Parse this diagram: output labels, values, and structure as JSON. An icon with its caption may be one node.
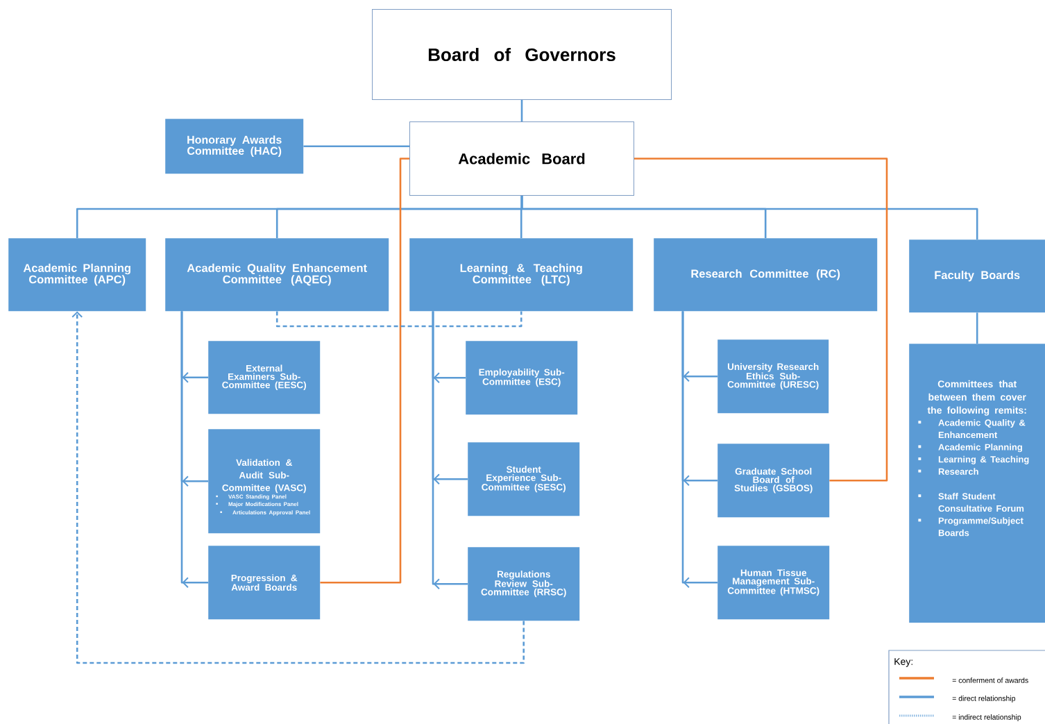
{
  "diagram": {
    "nodes": [
      {
        "text": [
          "Board of Governors"
        ]
      },
      {
        "text": [
          "Honorary Awards Committee (HAC)"
        ]
      },
      {
        "text": [
          "Academic Board"
        ]
      },
      {
        "text": [
          "Academic Planning Committee (APC)"
        ]
      },
      {
        "text": [
          "Academic Quality Enhancement Committee (AQEC)"
        ]
      },
      {
        "text": [
          "Learning & Teaching Committee (LTC)"
        ]
      },
      {
        "text": [
          "Research Committee (RC)"
        ]
      },
      {
        "text": [
          "Faculty Boards"
        ]
      },
      {
        "text": [
          "External Examiners Sub-Committee (EESC)"
        ]
      },
      {
        "text": [
          "Validation & Audit Sub-Committee (VASC)",
          "VASC Standing Panel",
          "Major Modifications Panel",
          "Articulations Approval Panel"
        ]
      },
      {
        "text": [
          "Progression & Award Boards"
        ]
      },
      {
        "text": [
          "Employability Sub-Committee (ESC)"
        ]
      },
      {
        "text": [
          "Student Experience Sub-Committee (SESC)"
        ]
      },
      {
        "text": [
          "Regulations Review Sub-Committee (RRSC)"
        ]
      },
      {
        "text": [
          "University Research Ethics Sub-Committee (URESC)"
        ]
      },
      {
        "text": [
          "Graduate School Board of Studies (GSBOS)"
        ]
      },
      {
        "text": [
          "Human Tissue Management Sub-Committee (HTMSC)"
        ]
      },
      {
        "text": [
          "Committees that between them cover the following remits:",
          "Academic Quality & Enhancement",
          "Academic Planning",
          "Learning & Teaching",
          "Research",
          "Staff Student Consultative Forum",
          "Programme/Subject Boards"
        ]
      }
    ],
    "edges": [
      {
        "from": 0,
        "to": 2,
        "arrow": "none"
      },
      {
        "from": 1,
        "to": 2,
        "arrow": "none"
      },
      {
        "from": 2,
        "to": 3,
        "arrow": "none"
      },
      {
        "from": 2,
        "to": 4,
        "arrow": "none"
      },
      {
        "from": 2,
        "to": 5,
        "arrow": "none"
      },
      {
        "from": 2,
        "to": 6,
        "arrow": "none"
      },
      {
        "from": 2,
        "to": 7,
        "arrow": "none"
      },
      {
        "from": 7,
        "to": 17,
        "arrow": "none"
      },
      {
        "from": 8,
        "to": 4,
        "arrow": "to"
      },
      {
        "from": 9,
        "to": 4,
        "arrow": "to"
      },
      {
        "from": 10,
        "to": 4,
        "arrow": "to"
      },
      {
        "from": 11,
        "to": 5,
        "arrow": "to"
      },
      {
        "from": 12,
        "to": 5,
        "arrow": "to"
      },
      {
        "from": 13,
        "to": 5,
        "arrow": "to"
      },
      {
        "from": 14,
        "to": 6,
        "arrow": "to"
      },
      {
        "from": 15,
        "to": 6,
        "arrow": "to"
      },
      {
        "from": 16,
        "to": 6,
        "arrow": "to"
      },
      {
        "from": 10,
        "to": 2,
        "arrow": "none",
        "color": "#ed7d31"
      },
      {
        "from": 15,
        "to": 2,
        "arrow": "none",
        "color": "#ed7d31"
      },
      {
        "from": 4,
        "to": 5,
        "arrow": "none",
        "style": "dashed"
      },
      {
        "from": 13,
        "to": 3,
        "arrow": "to",
        "style": "dashed"
      }
    ],
    "labels": [
      "Key:"
    ],
    "legend": [
      {
        "text": "= conferment of awards"
      },
      {
        "text": "= direct relationship"
      },
      {
        "text": "= indirect relationship"
      }
    ]
  }
}
